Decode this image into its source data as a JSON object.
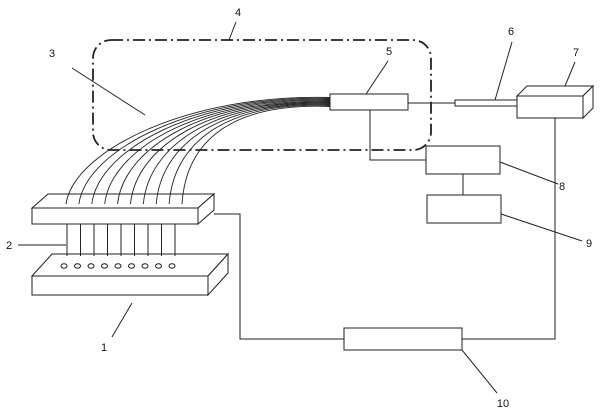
{
  "diagram": {
    "labels": {
      "l1": "1",
      "l2": "2",
      "l3": "3",
      "l4": "4",
      "l5": "5",
      "l6": "6",
      "l7": "7",
      "l8": "8",
      "l9": "9",
      "l10": "10"
    },
    "fiber_count": 10,
    "pin_count": 9,
    "colors": {
      "line": "#222222",
      "background": "#ffffff"
    }
  }
}
